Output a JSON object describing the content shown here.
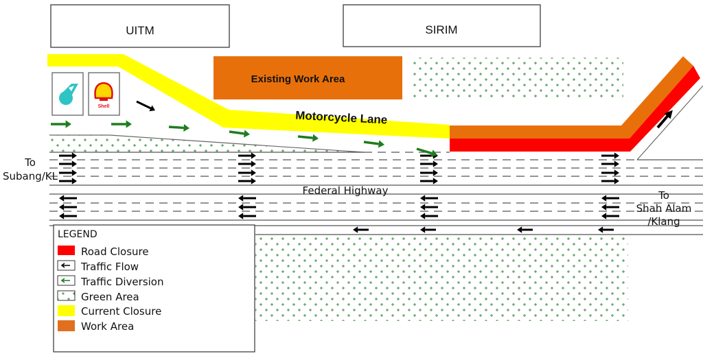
{
  "buildings": [
    {
      "id": "uitm",
      "label": "UITM"
    },
    {
      "id": "sirim",
      "label": "SIRIM"
    }
  ],
  "labels": {
    "existing_work_area": "Existing Work Area",
    "motorcycle_lane": "Motorcycle Lane",
    "federal_highway": "Federal Highway",
    "to_subang_line1": "To",
    "to_subang_line2": "Subang/KL",
    "to_shah_alam_line1": "To",
    "to_shah_alam_line2": "Shah Alam",
    "to_shah_alam_line3": "/Klang"
  },
  "logos": {
    "petronas": "petronas-logo",
    "shell": "shell-logo",
    "shell_text": "Shell"
  },
  "colors": {
    "road_closure": "#ff0000",
    "current_closure": "#ffff00",
    "work_area": "#e8700a",
    "traffic_diversion": "#1e7d1e",
    "traffic_flow": "#000000",
    "green_area": "#4a8f4a"
  },
  "legend": {
    "title": "LEGEND",
    "items": [
      {
        "label": "Road Closure",
        "swatch": "road-closure"
      },
      {
        "label": "Traffic Flow",
        "swatch": "traffic-flow"
      },
      {
        "label": "Traffic Diversion",
        "swatch": "traffic-diversion"
      },
      {
        "label": "Green Area",
        "swatch": "green-area"
      },
      {
        "label": "Current Closure",
        "swatch": "current-closure"
      },
      {
        "label": "Work Area",
        "swatch": "work-area"
      }
    ]
  }
}
